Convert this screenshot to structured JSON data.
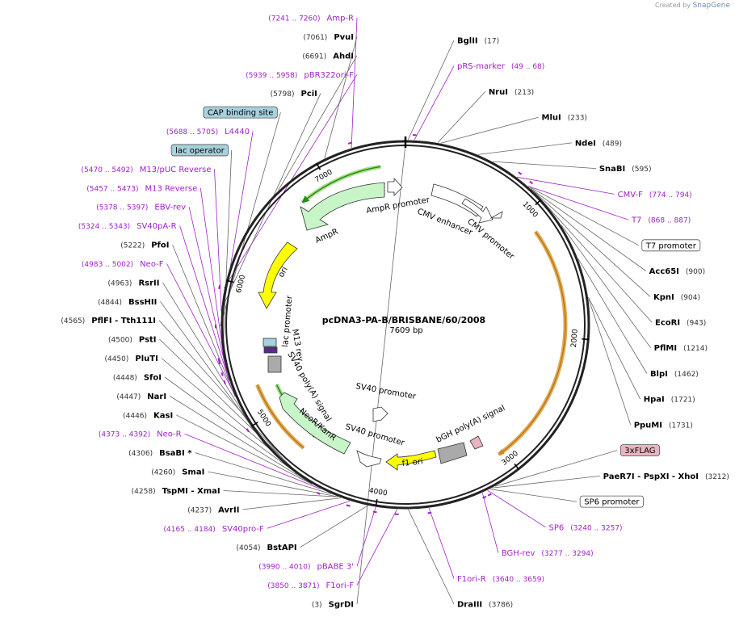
{
  "credit": {
    "prefix": "Created by",
    "brand": "SnapGene"
  },
  "plasmid": {
    "name": "pcDNA3-PA-B/BRISBANE/60/2008",
    "size": "7609 bp",
    "length": 7609
  },
  "ticks": [
    {
      "pos": 1000,
      "label": "1000"
    },
    {
      "pos": 2000,
      "label": "2000"
    },
    {
      "pos": 3000,
      "label": "3000"
    },
    {
      "pos": 4000,
      "label": "4000"
    },
    {
      "pos": 5000,
      "label": "5000"
    },
    {
      "pos": 6000,
      "label": "6000"
    },
    {
      "pos": 7000,
      "label": "7000"
    }
  ],
  "sites": [
    {
      "name": "SgrDI",
      "pos_text": "(3)",
      "side": "left",
      "pos": 3
    },
    {
      "name": "BglII",
      "pos_text": "(17)",
      "side": "right",
      "pos": 17
    },
    {
      "name": "NruI",
      "pos_text": "(213)",
      "side": "right",
      "pos": 213
    },
    {
      "name": "MluI",
      "pos_text": "(233)",
      "side": "right",
      "pos": 233
    },
    {
      "name": "NdeI",
      "pos_text": "(489)",
      "side": "right",
      "pos": 489
    },
    {
      "name": "SnaBI",
      "pos_text": "(595)",
      "side": "right",
      "pos": 595
    },
    {
      "name": "Acc65I",
      "pos_text": "(900)",
      "side": "right",
      "pos": 900
    },
    {
      "name": "KpnI",
      "pos_text": "(904)",
      "side": "right",
      "pos": 904
    },
    {
      "name": "EcoRI",
      "pos_text": "(943)",
      "side": "right",
      "pos": 943
    },
    {
      "name": "PflMI",
      "pos_text": "(1214)",
      "side": "right",
      "pos": 1214
    },
    {
      "name": "BlpI",
      "pos_text": "(1462)",
      "side": "right",
      "pos": 1462
    },
    {
      "name": "HpaI",
      "pos_text": "(1721)",
      "side": "right",
      "pos": 1721
    },
    {
      "name": "PpuMI",
      "pos_text": "(1731)",
      "side": "right",
      "pos": 1731
    },
    {
      "name": "PaeR7I  - PspXI  - XhoI",
      "pos_text": "(3212)",
      "side": "right",
      "pos": 3212
    },
    {
      "name": "DraIII",
      "pos_text": "(3786)",
      "side": "right",
      "pos": 3786
    },
    {
      "name": "BstAPI",
      "pos_text": "(4054)",
      "side": "left",
      "pos": 4054
    },
    {
      "name": "AvrII",
      "pos_text": "(4237)",
      "side": "left",
      "pos": 4237
    },
    {
      "name": "TspMI  - XmaI",
      "pos_text": "(4258)",
      "side": "left",
      "pos": 4258
    },
    {
      "name": "SmaI",
      "pos_text": "(4260)",
      "side": "left",
      "pos": 4260
    },
    {
      "name": "BsaBI *",
      "pos_text": "(4306)",
      "side": "left",
      "pos": 4306
    },
    {
      "name": "KasI",
      "pos_text": "(4446)",
      "side": "left",
      "pos": 4446
    },
    {
      "name": "NarI",
      "pos_text": "(4447)",
      "side": "left",
      "pos": 4447
    },
    {
      "name": "SfoI",
      "pos_text": "(4448)",
      "side": "left",
      "pos": 4448
    },
    {
      "name": "PluTI",
      "pos_text": "(4450)",
      "side": "left",
      "pos": 4450
    },
    {
      "name": "PstI",
      "pos_text": "(4500)",
      "side": "left",
      "pos": 4500
    },
    {
      "name": "PflFI  - Tth111I",
      "pos_text": "(4565)",
      "side": "left",
      "pos": 4565
    },
    {
      "name": "BssHII",
      "pos_text": "(4844)",
      "side": "left",
      "pos": 4844
    },
    {
      "name": "RsrII",
      "pos_text": "(4963)",
      "side": "left",
      "pos": 4963
    },
    {
      "name": "PfoI",
      "pos_text": "(5222)",
      "side": "left",
      "pos": 5222
    },
    {
      "name": "PciI",
      "pos_text": "(5798)",
      "side": "left",
      "pos": 5798
    },
    {
      "name": "AhdI",
      "pos_text": "(6691)",
      "side": "left",
      "pos": 6691
    },
    {
      "name": "PvuI",
      "pos_text": "(7061)",
      "side": "left",
      "pos": 7061
    }
  ],
  "primers": [
    {
      "name": "Amp-R",
      "pos_text": "(7241 .. 7260)",
      "side": "left",
      "pos": 7250
    },
    {
      "name": "pRS-marker",
      "pos_text": "(49 .. 68)",
      "side": "right",
      "pos": 58
    },
    {
      "name": "CMV-F",
      "pos_text": "(774 .. 794)",
      "side": "right",
      "pos": 784
    },
    {
      "name": "T7",
      "pos_text": "(868 .. 887)",
      "side": "right",
      "pos": 877
    },
    {
      "name": "SP6",
      "pos_text": "(3240 .. 3257)",
      "side": "right",
      "pos": 3248
    },
    {
      "name": "BGH-rev",
      "pos_text": "(3277 .. 3294)",
      "side": "right",
      "pos": 3285
    },
    {
      "name": "F1ori-R",
      "pos_text": "(3640 .. 3659)",
      "side": "right",
      "pos": 3650
    },
    {
      "name": "F1ori-F",
      "pos_text": "(3850 .. 3871)",
      "side": "left",
      "pos": 3860
    },
    {
      "name": "pBABE 3'",
      "pos_text": "(3990 .. 4010)",
      "side": "left",
      "pos": 4000
    },
    {
      "name": "SV40pro-F",
      "pos_text": "(4165 .. 4184)",
      "side": "left",
      "pos": 4175
    },
    {
      "name": "Neo-R",
      "pos_text": "(4373 .. 4392)",
      "side": "left",
      "pos": 4382
    },
    {
      "name": "Neo-F",
      "pos_text": "(4983 .. 5002)",
      "side": "left",
      "pos": 4992
    },
    {
      "name": "SV40pA-R",
      "pos_text": "(5324 .. 5343)",
      "side": "left",
      "pos": 5333
    },
    {
      "name": "EBV-rev",
      "pos_text": "(5378 .. 5397)",
      "side": "left",
      "pos": 5387
    },
    {
      "name": "M13 Reverse",
      "pos_text": "(5457 .. 5473)",
      "side": "left",
      "pos": 5465
    },
    {
      "name": "M13/pUC Reverse",
      "pos_text": "(5470 .. 5492)",
      "side": "left",
      "pos": 5481
    },
    {
      "name": "L4440",
      "pos_text": "(5688 .. 5705)",
      "side": "left",
      "pos": 5696
    },
    {
      "name": "pBR322ori-F",
      "pos_text": "(5939 .. 5958)",
      "side": "left",
      "pos": 5948
    }
  ],
  "boxed_features": [
    {
      "name": "T7 promoter",
      "fill": "#ffffff",
      "side": "right",
      "pos": 880
    },
    {
      "name": "3xFLAG",
      "fill": "#e8b4c0",
      "side": "right",
      "pos": 3190
    },
    {
      "name": "SP6 promoter",
      "fill": "#ffffff",
      "side": "right",
      "pos": 3230
    },
    {
      "name": "CAP binding site",
      "fill": "#a7d1dc",
      "side": "left",
      "pos": 5700
    },
    {
      "name": "lac operator",
      "fill": "#a7d1dc",
      "side": "left",
      "pos": 5510
    }
  ],
  "features": [
    {
      "name": "AmpR",
      "label": "AmpR",
      "color": "#c8f5c8"
    },
    {
      "name": "AmpR promoter",
      "label": "AmpR promoter",
      "color": "#ffffff"
    },
    {
      "name": "CMV enhancer",
      "label": "CMV enhancer",
      "color": "#ffffff"
    },
    {
      "name": "CMV promoter",
      "label": "CMV promoter",
      "color": "#ffffff"
    },
    {
      "name": "ori",
      "label": "ori",
      "color": "#ffff00"
    },
    {
      "name": "lac promoter",
      "label": "lac promoter",
      "color": "#ffffff"
    },
    {
      "name": "M13 rev",
      "label": "M13 rev",
      "color": "#ffffff"
    },
    {
      "name": "SV40 poly(A) signal",
      "label": "SV40 poly(A) signal",
      "color": "#aaaaaa"
    },
    {
      "name": "NeoR/KanR",
      "label": "NeoR/KanR",
      "color": "#c8f5c8"
    },
    {
      "name": "SV40 promoter",
      "label": "SV40 promoter",
      "color": "#ffffff"
    },
    {
      "name": "f1 ori",
      "label": "f1 ori",
      "color": "#ffff00"
    },
    {
      "name": "bGH poly(A) signal",
      "label": "bGH poly(A) signal",
      "color": "#aaaaaa"
    },
    {
      "name": "SV40 promoter (inner)",
      "label": "SV40 promoter",
      "color": "#ffffff"
    }
  ],
  "colors": {
    "primer": "#a020c8",
    "orf": "#f0a030",
    "orf_fill": "#ffe6b8",
    "green_arrow": "#2a8a2a",
    "backbone": "#222222"
  }
}
